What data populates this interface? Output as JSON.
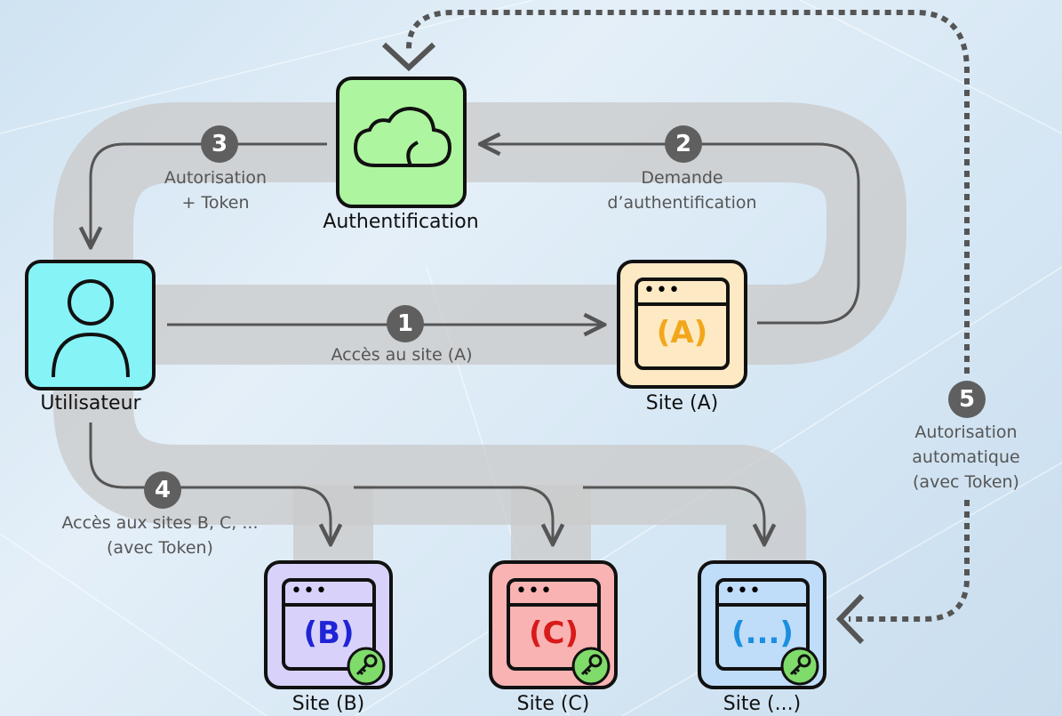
{
  "nodes": {
    "auth": {
      "label": "Authentification",
      "icon": "cloud-icon",
      "color": "#aef5a0"
    },
    "user": {
      "label": "Utilisateur",
      "icon": "user-icon",
      "color": "#86f3f7"
    },
    "site_a": {
      "label": "Site (A)",
      "letter": "(A)",
      "color": "#fde9c3",
      "letter_color": "#f2a71b"
    },
    "site_b": {
      "label": "Site (B)",
      "letter": "(B)",
      "color": "#d8d2fb",
      "letter_color": "#1f24d6"
    },
    "site_c": {
      "label": "Site (C)",
      "letter": "(C)",
      "color": "#f9b3b3",
      "letter_color": "#d81a1a"
    },
    "site_etc": {
      "label": "Site (...)",
      "letter": "(...)",
      "color": "#bfdcf8",
      "letter_color": "#1b8ee0"
    }
  },
  "steps": [
    {
      "number": "1",
      "caption": "Accès au site (A)"
    },
    {
      "number": "2",
      "caption_line1": "Demande",
      "caption_line2": "d’authentification"
    },
    {
      "number": "3",
      "caption_line1": "Autorisation",
      "caption_line2": "+ Token"
    },
    {
      "number": "4",
      "caption_line1": "Accès aux sites B, C, ...",
      "caption_line2": "(avec Token)"
    },
    {
      "number": "5",
      "caption_line1": "Autorisation",
      "caption_line2": "automatique",
      "caption_line3": "(avec Token)"
    }
  ]
}
